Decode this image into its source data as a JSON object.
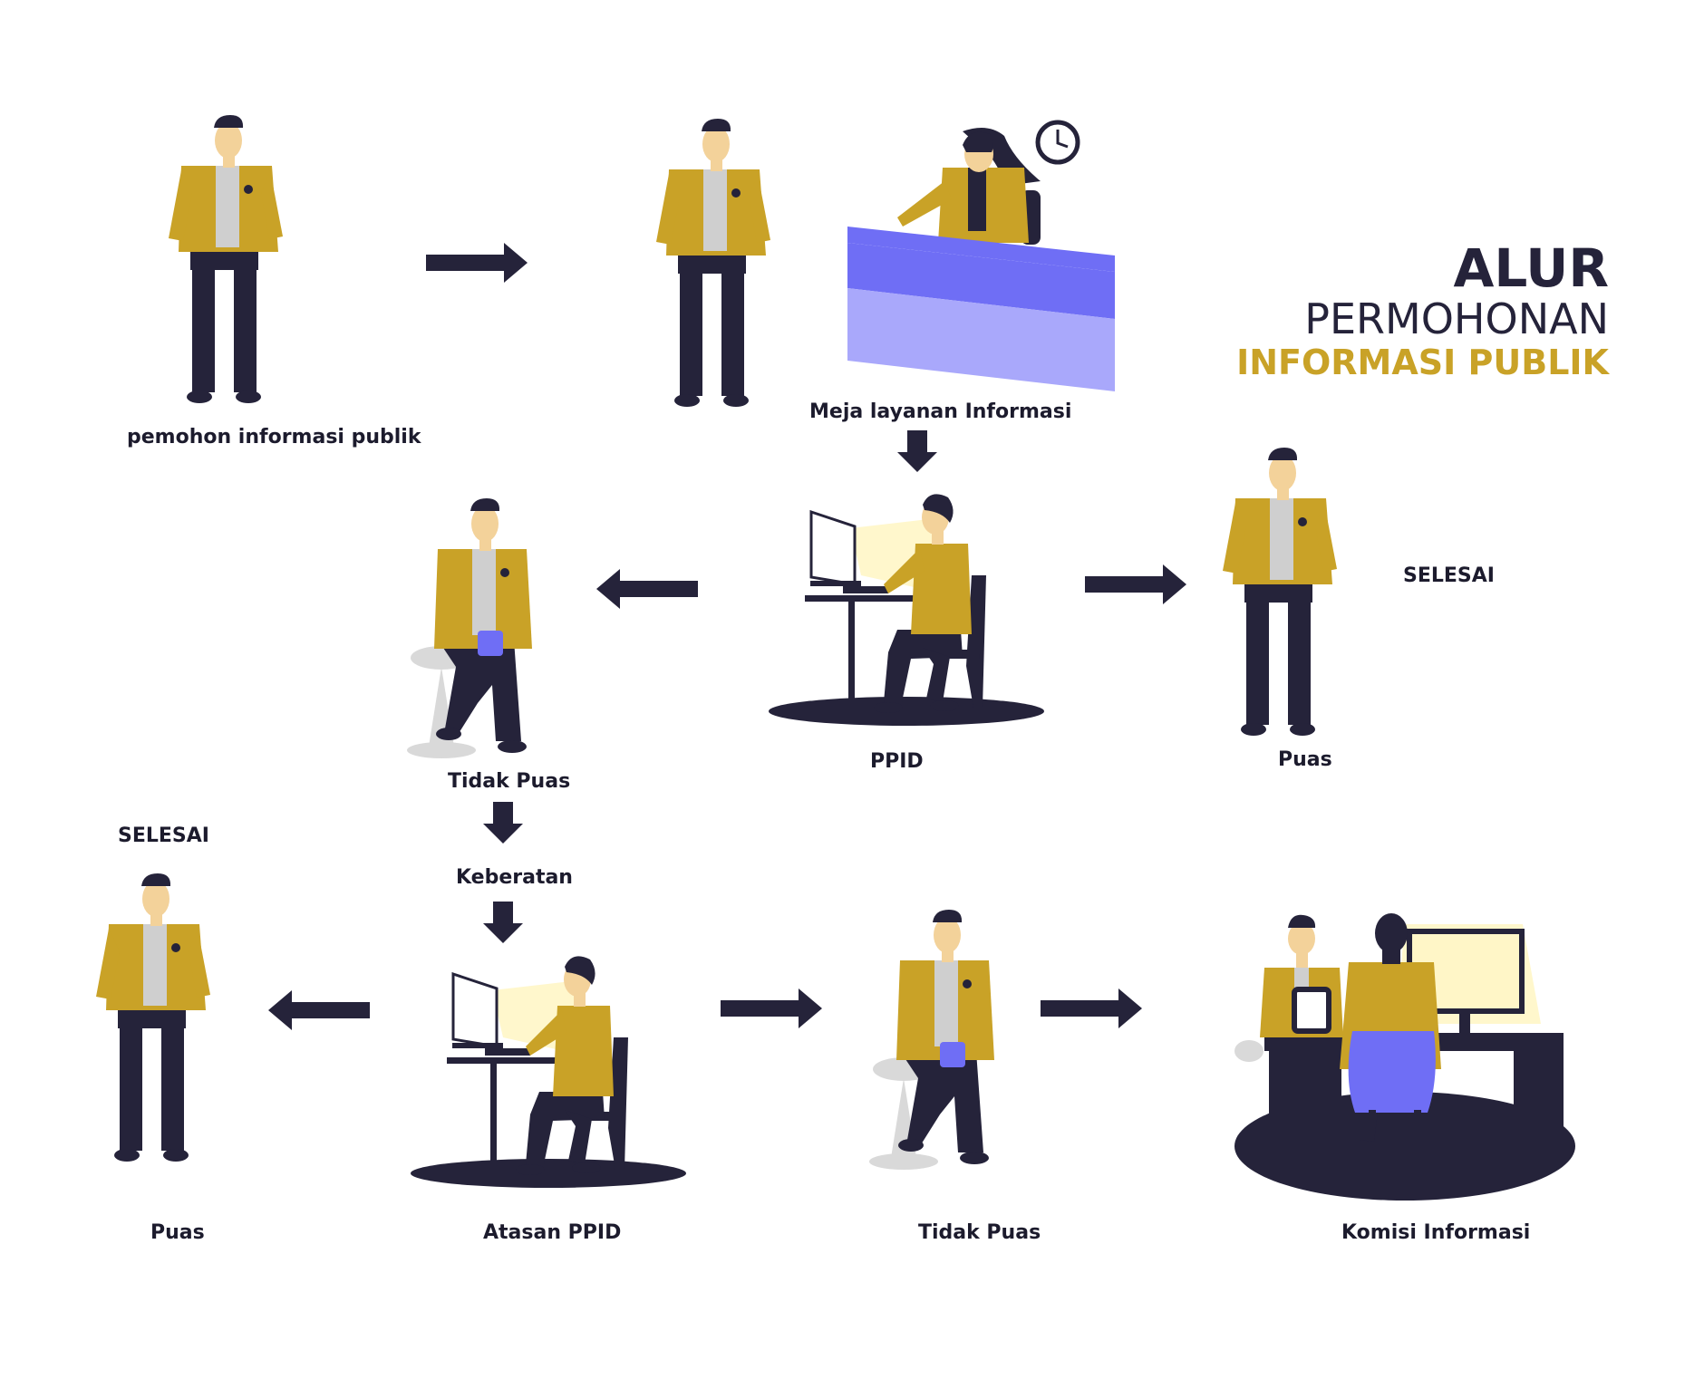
{
  "colors": {
    "dark": "#25233a",
    "gold": "#c9a227",
    "shirt": "#cfcfcf",
    "skin": "#f3d29a",
    "desk_top": "#6f6ef5",
    "desk_front": "#a9a8fb",
    "screen_glow": "#fff6c7",
    "stool": "#d9d9d9",
    "white": "#ffffff"
  },
  "title": {
    "line1": "ALUR",
    "line2": "PERMOHONAN",
    "line3": "INFORMASI PUBLIK"
  },
  "labels": {
    "pemohon": "pemohon informasi publik",
    "meja": "Meja layanan Informasi",
    "ppid": "PPID",
    "puas_right": "Puas",
    "selesai_right": "SELESAI",
    "tidak_puas_1": "Tidak Puas",
    "keberatan": "Keberatan",
    "selesai_left": "SELESAI",
    "puas_left": "Puas",
    "atasan_ppid": "Atasan PPID",
    "tidak_puas_2": "Tidak Puas",
    "komisi": "Komisi Informasi"
  },
  "icons": {
    "clock": "clock-icon",
    "arrow": "arrow-icon"
  }
}
